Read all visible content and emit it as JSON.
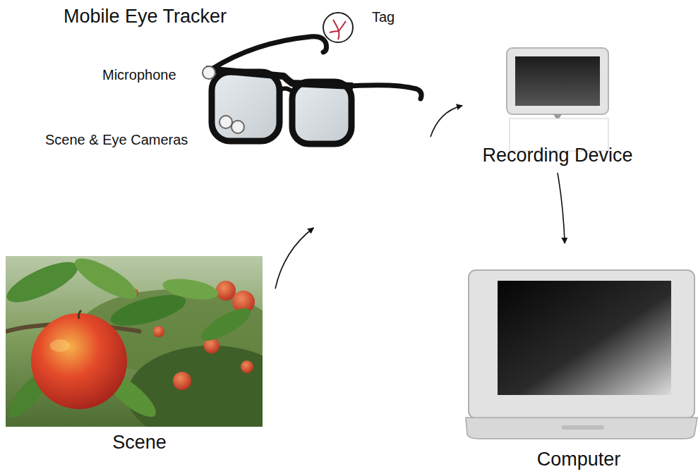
{
  "diagram": {
    "nodes": [
      {
        "text": [
          "Mobile Eye Tracker"
        ]
      },
      {
        "text": [
          "Tag"
        ]
      },
      {
        "text": [
          "Recording Device"
        ]
      },
      {
        "text": [
          "Scene"
        ]
      },
      {
        "text": [
          "Computer"
        ]
      }
    ],
    "edges": [
      {
        "from": 3,
        "to": 0,
        "arrow": "to"
      },
      {
        "from": 0,
        "to": 2,
        "arrow": "to"
      },
      {
        "from": 2,
        "to": 4,
        "arrow": "to"
      }
    ],
    "labels": [
      "Microphone",
      "Scene & Eye Cameras"
    ]
  }
}
